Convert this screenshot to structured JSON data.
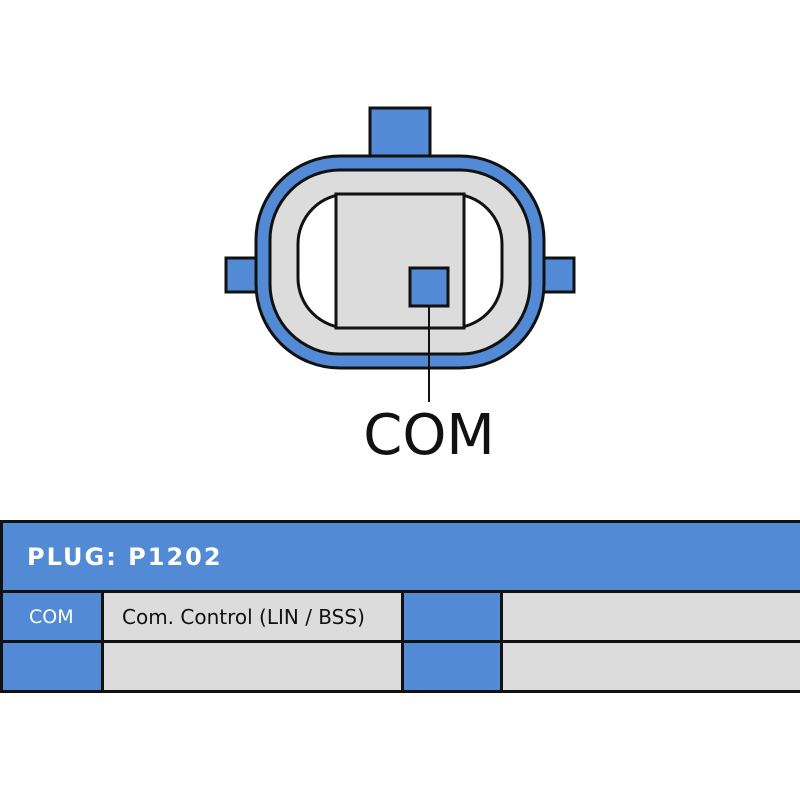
{
  "colors": {
    "blue": "#528ad6",
    "grey": "#dcdcdc",
    "outline": "#111111"
  },
  "diagram": {
    "pin_label": "COM"
  },
  "table": {
    "title": "PLUG: P1202",
    "rows": [
      {
        "pin": "COM",
        "description": "Com. Control (LIN / BSS)",
        "pin2": "",
        "description2": ""
      },
      {
        "pin": "",
        "description": "",
        "pin2": "",
        "description2": ""
      }
    ]
  }
}
